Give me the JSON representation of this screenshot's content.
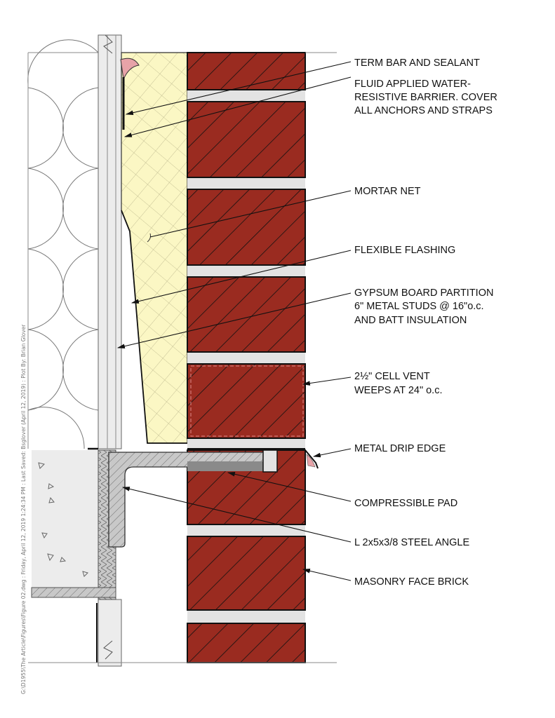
{
  "labels": {
    "term_bar": "TERM BAR AND SEALANT",
    "wrb": [
      "FLUID APPLIED WATER-",
      "RESISTIVE BARRIER. COVER",
      "ALL ANCHORS AND STRAPS"
    ],
    "mortar_net": "MORTAR NET",
    "flexible_flashing": "FLEXIBLE FLASHING",
    "gypsum": [
      "GYPSUM BOARD PARTITION",
      "6\" METAL STUDS @ 16\"o.c.",
      "AND BATT INSULATION"
    ],
    "cell_vent": [
      "2½\" CELL VENT",
      "WEEPS AT 24\" o.c."
    ],
    "drip_edge": "METAL DRIP EDGE",
    "compressible_pad": "COMPRESSIBLE PAD",
    "steel_angle": "L 2x5x3/8 STEEL ANGLE",
    "face_brick": "MASONRY FACE BRICK"
  },
  "plot_stamp": "G:\\D1955\\The Article\\Figures\\Figure 02.dwg : Friday, April 12, 2019 1:24:34 PM : Last Saved: Bsglover (April 12, 2019) : Plot By: Brian Glover",
  "colors": {
    "brick": "#9a2b20",
    "insulation": "#fbf7c4",
    "mortar": "#e3e3e3",
    "steel": "#c8c8c8",
    "pad": "#8a8a8a",
    "sealant": "#e7a3a8"
  }
}
